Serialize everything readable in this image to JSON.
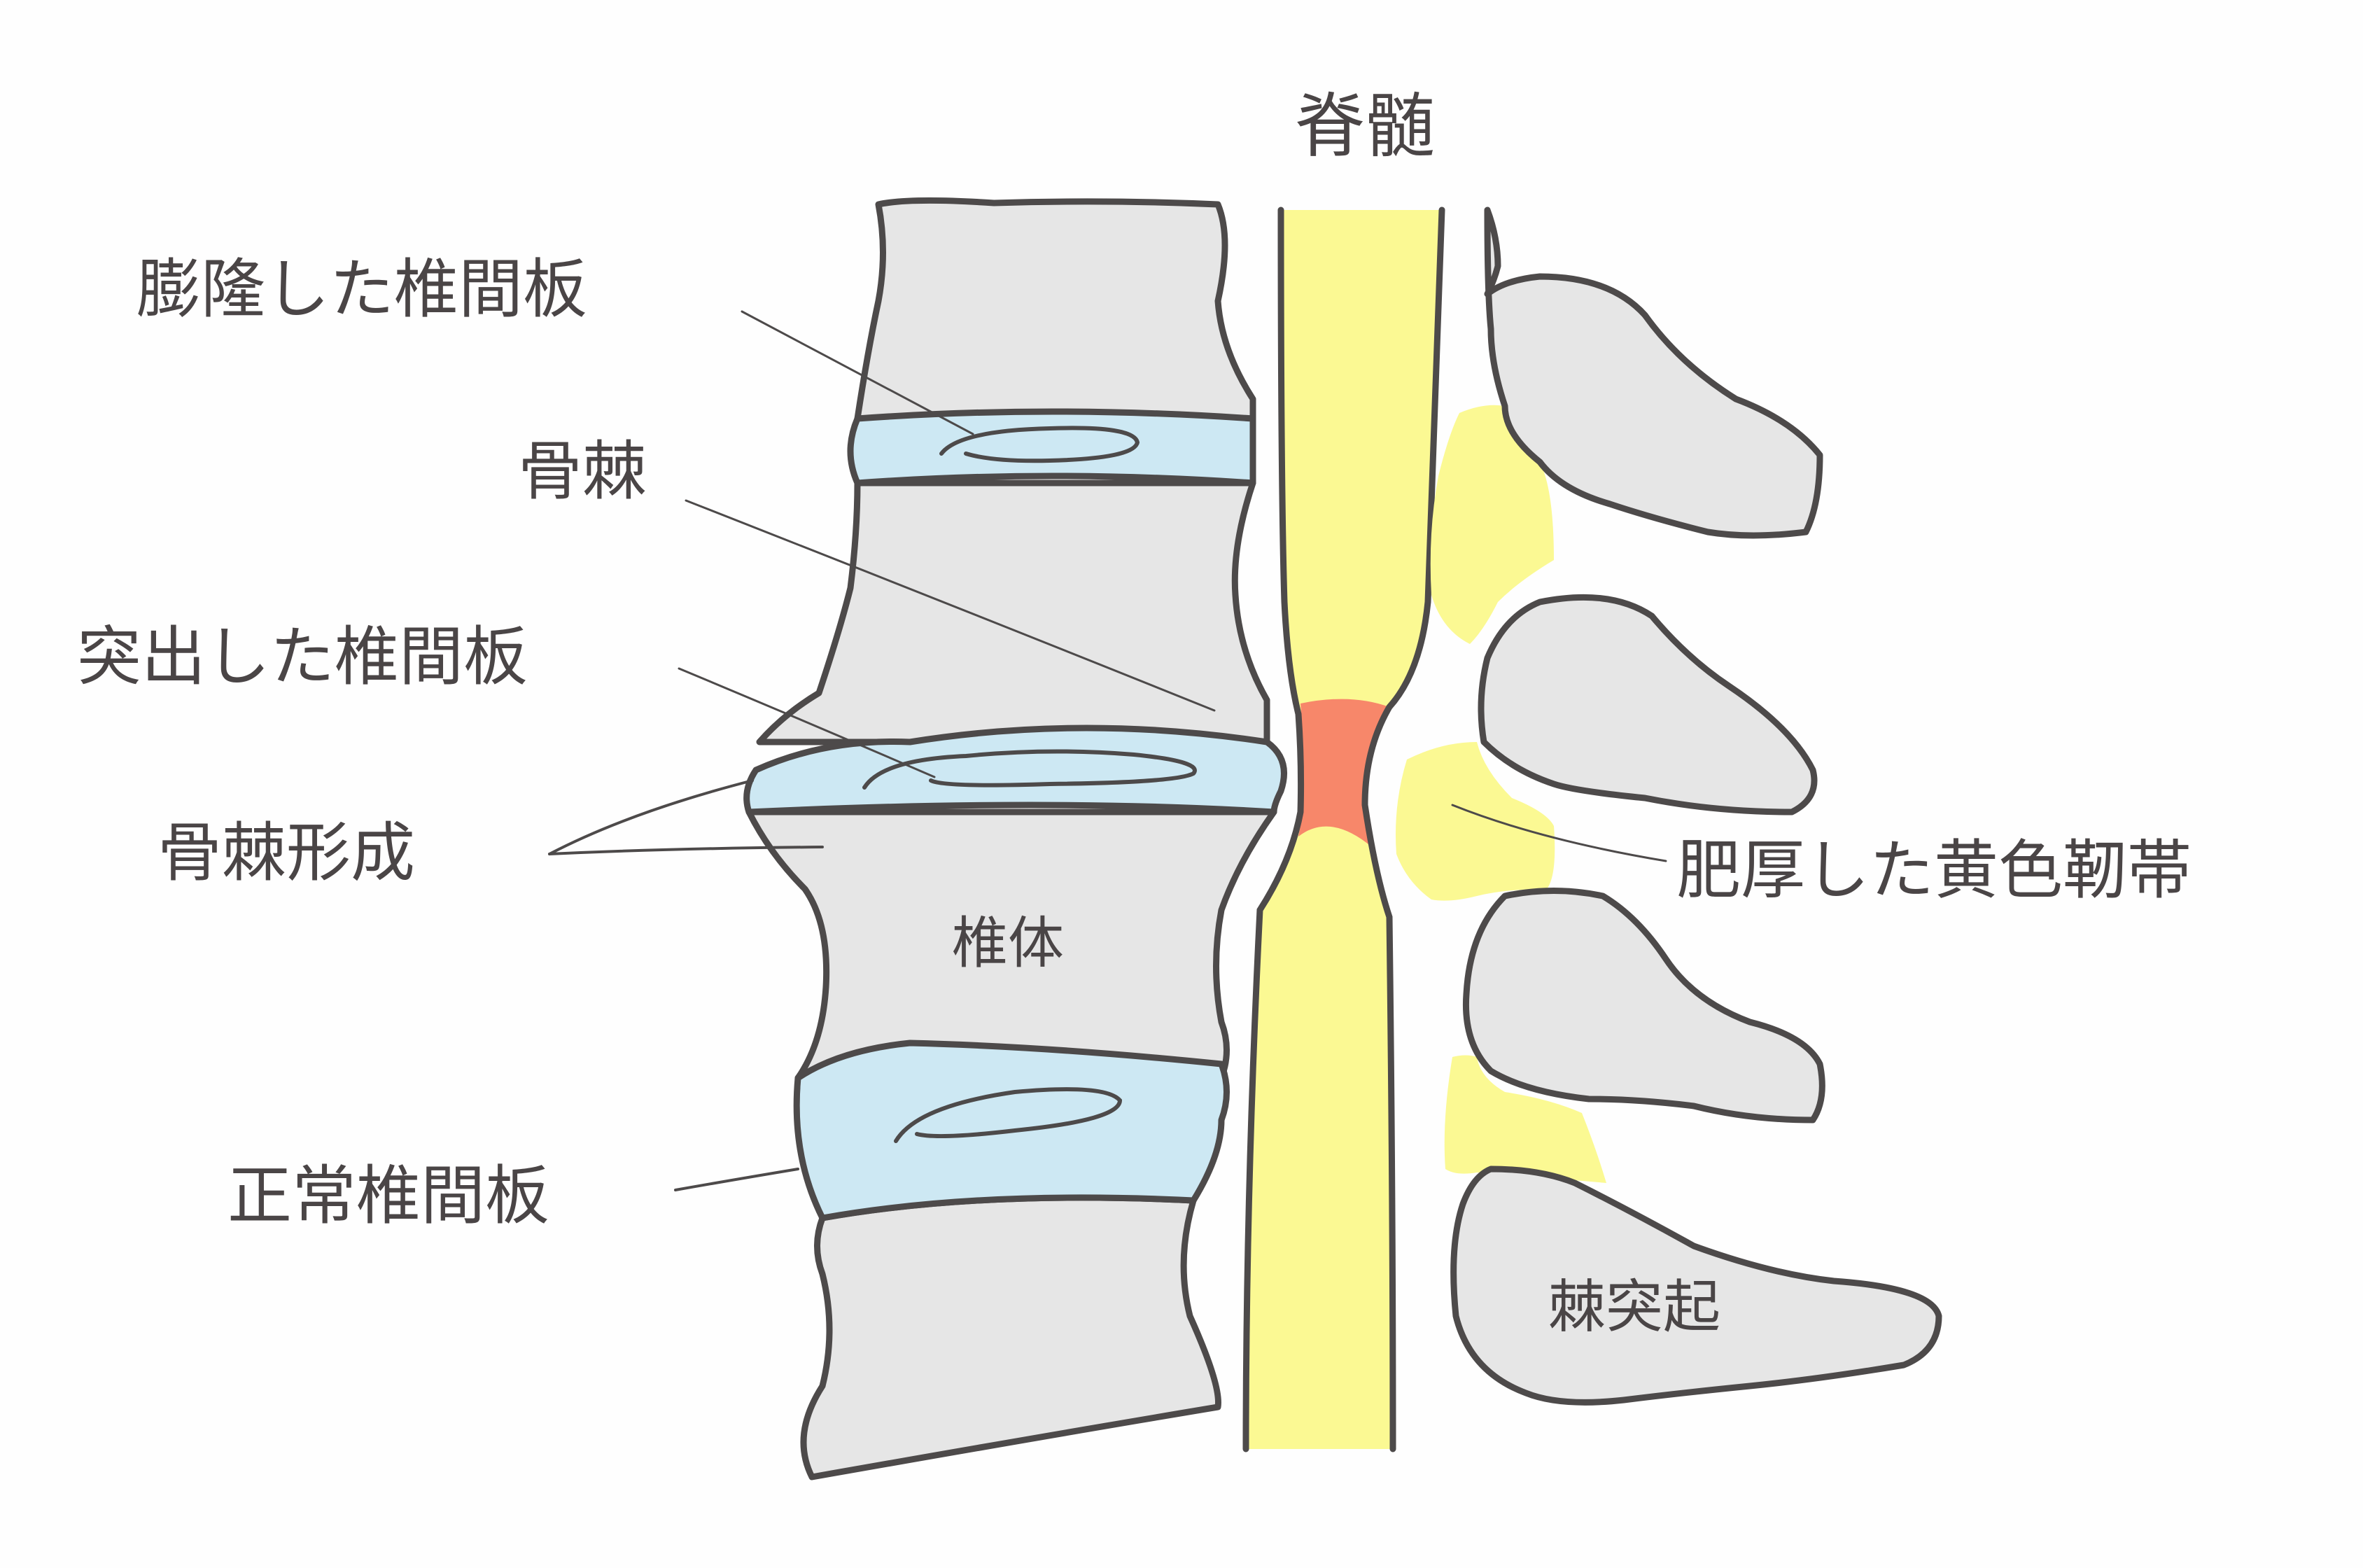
{
  "labels": {
    "spinal_cord": "脊髄",
    "bulging_disc": "膨隆した椎間板",
    "bone_spur": "骨棘",
    "protruded_disc": "突出した椎間板",
    "osteophyte_formation": "骨棘形成",
    "vertebral_body": "椎体",
    "normal_disc": "正常椎間板",
    "thickened_ligamentum_flavum": "肥厚した黄色靭帯",
    "spinous_process": "棘突起"
  },
  "colors": {
    "bone": "#e6e6e6",
    "disc": "#cde8f3",
    "spinal_cord": "#fbf993",
    "compression": "#f7876a",
    "ligament": "#fbf993",
    "outline": "#4d4a4a"
  }
}
